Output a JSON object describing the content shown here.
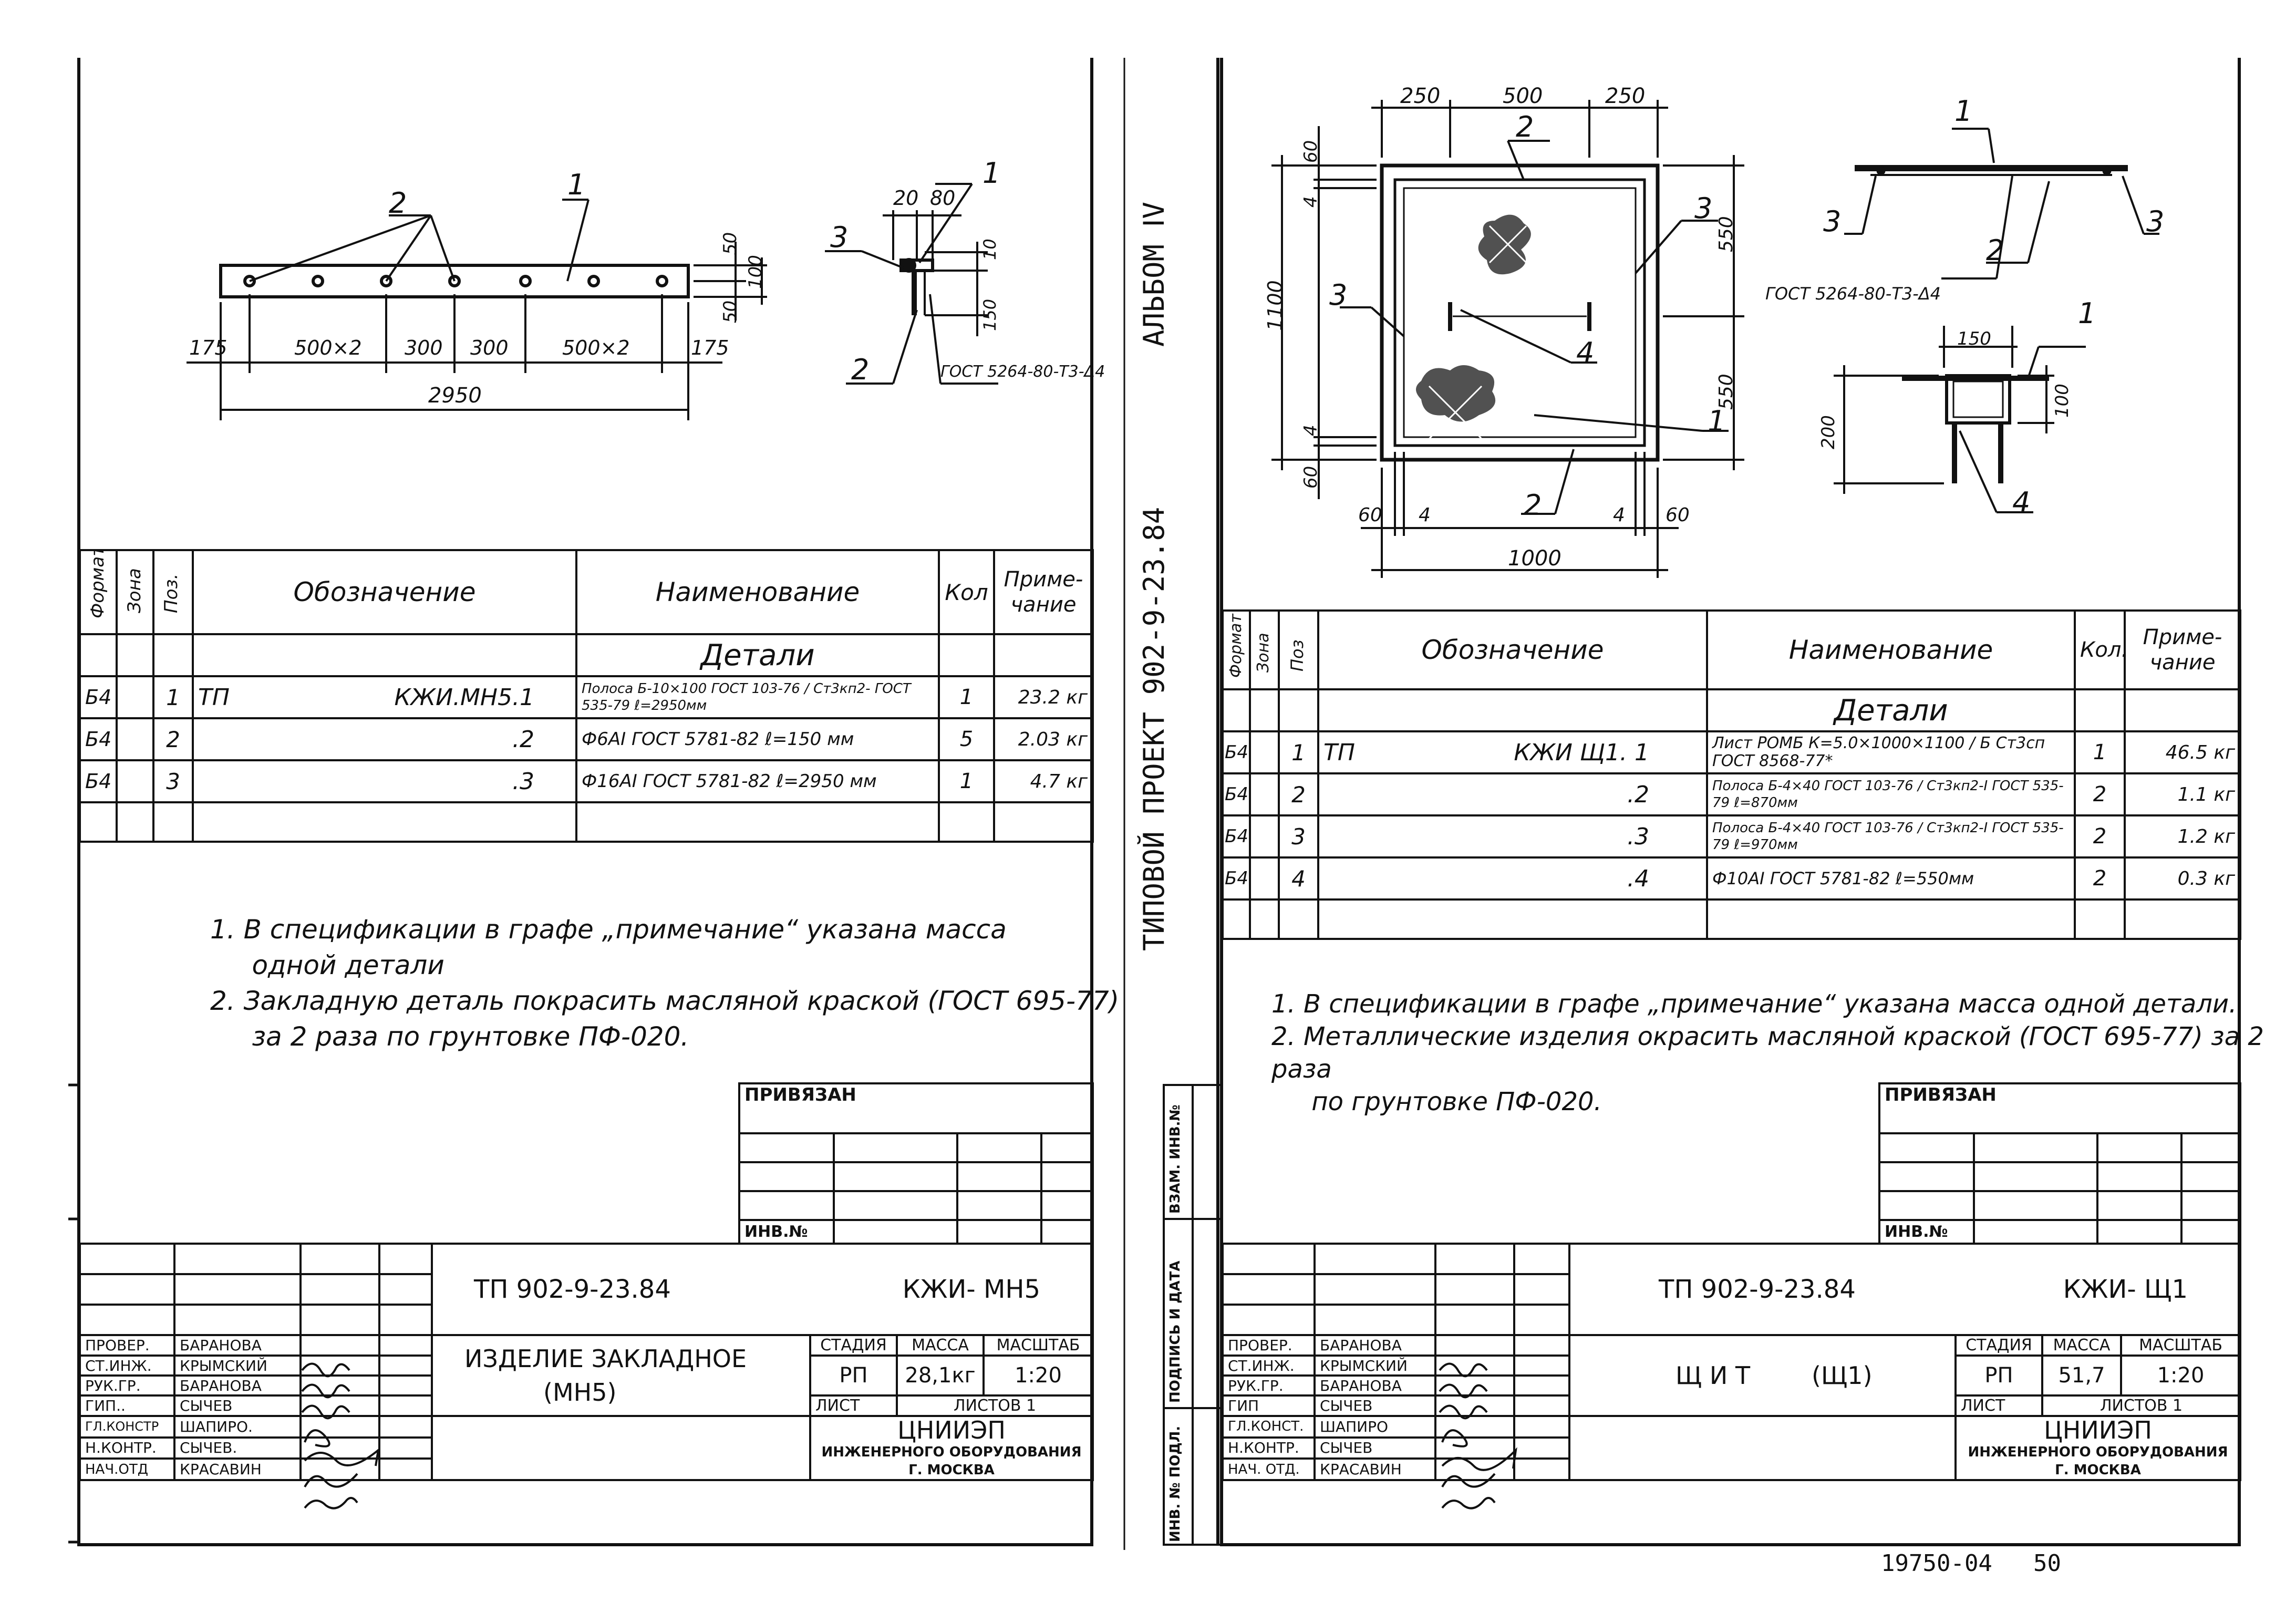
{
  "left": {
    "drawing": {
      "labels": [
        "2",
        "1",
        "3",
        "1",
        "2"
      ],
      "dims_h": [
        "175",
        "500×2",
        "300",
        "300",
        "500×2",
        "175",
        "2950",
        "20",
        "80"
      ],
      "dims_v": [
        "50",
        "100",
        "50",
        "10",
        "150"
      ],
      "gost": "ГОСТ 5264-80-Т3-Δ4"
    },
    "spec": {
      "headers": [
        "Формат",
        "Зона",
        "Поз.",
        "Обозначение",
        "Наименование",
        "Кол",
        "Примечание"
      ],
      "headers_display": [
        "Формат",
        "Зона",
        "Поз.",
        "Обозначение",
        "Наименование",
        "Кол",
        "Приме-\nчание"
      ],
      "section": "Детали",
      "rows": [
        {
          "fmt": "Б4",
          "pos": "1",
          "prefix": "ТП",
          "code": "КЖИ.МН5.1",
          "name": "Полоса Б-10×100 ГОСТ 103-76 / Ст3кп2- ГОСТ 535-79   ℓ=2950мм",
          "qty": "1",
          "note": "23.2 кг"
        },
        {
          "fmt": "Б4",
          "pos": "2",
          "prefix": "",
          "code": ".2",
          "name": "Ф6АⅠ ГОСТ 5781-82  ℓ=150 мм",
          "qty": "5",
          "note": "2.03 кг"
        },
        {
          "fmt": "Б4",
          "pos": "3",
          "prefix": "",
          "code": ".3",
          "name": "Ф16АⅠ ГОСТ 5781-82  ℓ=2950 мм",
          "qty": "1",
          "note": "4.7 кг"
        }
      ]
    },
    "notes": [
      "1.  В спецификации в графе „примечание“ указана масса",
      "     одной детали",
      "2.  Закладную деталь покрасить масляной краской (ГОСТ 695-77)",
      "     за 2 раза по грунтовке ПФ-020."
    ],
    "privyazan": "ПРИВЯЗАН",
    "inv": "ИНВ.№",
    "tb": {
      "doc": "ТП 902-9-23.84",
      "code": "КЖИ- МН5",
      "title1": "ИЗДЕЛИЕ  ЗАКЛАДНОЕ",
      "title2": "(МН5)",
      "stage_h": "СТАДИЯ",
      "mass_h": "МАССА",
      "scale_h": "МАСШТАБ",
      "stage": "РП",
      "mass": "28,1кг",
      "scale": "1:20",
      "sheet": "ЛИСТ",
      "sheets": "ЛИСТОВ 1",
      "org1": "ЦНИИЭП",
      "org2": "ИНЖЕНЕРНОГО ОБОРУДОВАНИЯ",
      "org3": "Г. МОСКВА",
      "people": [
        {
          "role": "ПРОВЕР.",
          "name": "БАРАНОВА"
        },
        {
          "role": "СТ.ИНЖ.",
          "name": "КРЫМСКИЙ"
        },
        {
          "role": "РУК.ГР.",
          "name": "БАРАНОВА"
        },
        {
          "role": "ГИП..",
          "name": "СЫЧЕВ"
        },
        {
          "role": "ГЛ.КОНСТР",
          "name": "ШАПИРО."
        },
        {
          "role": "Н.КОНТР.",
          "name": "СЫЧЕВ."
        },
        {
          "role": "НАЧ.ОТД",
          "name": "КРАСАВИН"
        }
      ]
    }
  },
  "right": {
    "album": "АЛЬБОМ ⅠV",
    "project": "ТИПОВОЙ   ПРОЕКТ 902-9-23.84",
    "side_labels": [
      "ИНВ. № ПОДЛ.",
      "ПОДПИСЬ И ДАТА",
      "ВЗАМ. ИНВ.№"
    ],
    "drawing": {
      "dims_top": [
        "250",
        "500",
        "250"
      ],
      "dims_bottom": [
        "60",
        "4",
        "4",
        "60",
        "1000"
      ],
      "dims_left": [
        "60",
        "4",
        "1100",
        "4",
        "60"
      ],
      "dims_right": [
        "550",
        "550"
      ],
      "labels": [
        "2",
        "3",
        "3",
        "4",
        "1",
        "2",
        "1",
        "3",
        "2",
        "3",
        "1",
        "4"
      ],
      "gost": "ГОСТ 5264-80-Т3-Δ4",
      "d150": "150",
      "d200": "200",
      "d100": "100"
    },
    "spec": {
      "headers": [
        "Формат",
        "Зона",
        "Поз",
        "Обозначение",
        "Наименование",
        "Кол.",
        "Примечание"
      ],
      "headers_display": [
        "Формат",
        "Зона",
        "Поз",
        "Обозначение",
        "Наименование",
        "Кол.",
        "Приме-\nчание"
      ],
      "section": "Детали",
      "rows": [
        {
          "fmt": "Б4",
          "pos": "1",
          "prefix": "ТП",
          "code": "КЖИ  Щ1. 1",
          "name": "Лист РОМБ К=5.0×1000×1100 / Б Ст3сп ГОСТ 8568-77*",
          "qty": "1",
          "note": "46.5 кг"
        },
        {
          "fmt": "Б4",
          "pos": "2",
          "prefix": "",
          "code": ".2",
          "name": "Полоса Б-4×40 ГОСТ 103-76 / Ст3кп2-Ⅰ ГОСТ 535-79  ℓ=870мм",
          "qty": "2",
          "note": "1.1 кг"
        },
        {
          "fmt": "Б4",
          "pos": "3",
          "prefix": "",
          "code": ".3",
          "name": "Полоса Б-4×40 ГОСТ 103-76 / Ст3кп2-Ⅰ ГОСТ 535-79  ℓ=970мм",
          "qty": "2",
          "note": "1.2 кг"
        },
        {
          "fmt": "Б4",
          "pos": "4",
          "prefix": "",
          "code": ".4",
          "name": "Ф10АⅠ ГОСТ 5781-82   ℓ=550мм",
          "qty": "2",
          "note": "0.3 кг"
        }
      ]
    },
    "notes": [
      "1.  В спецификации в графе „примечание“ указана масса одной детали.",
      "2.  Металлические изделия окрасить масляной краской (ГОСТ 695-77) за 2 раза",
      "     по грунтовке ПФ-020."
    ],
    "privyazan": "ПРИВЯЗАН",
    "inv": "ИНВ.№",
    "tb": {
      "doc": "ТП 902-9-23.84",
      "code": "КЖИ- Щ1",
      "title1": "Щ И Т        (Щ1)",
      "stage_h": "СТАДИЯ",
      "mass_h": "МАССА",
      "scale_h": "МАСШТАБ",
      "stage": "РП",
      "mass": "51,7",
      "scale": "1:20",
      "sheet": "ЛИСТ",
      "sheets": "ЛИСТОВ 1",
      "org1": "ЦНИИЭП",
      "org2": "ИНЖЕНЕРНОГО ОБОРУДОВАНИЯ",
      "org3": "Г. МОСКВА",
      "people": [
        {
          "role": "ПРОВЕР.",
          "name": "БАРАНОВА"
        },
        {
          "role": "СТ.ИНЖ.",
          "name": "КРЫМСКИЙ"
        },
        {
          "role": "РУК.ГР.",
          "name": "БАРАНОВА"
        },
        {
          "role": "ГИП",
          "name": "СЫЧЕВ"
        },
        {
          "role": "ГЛ.КОНСТ.",
          "name": "ШАПИРО"
        },
        {
          "role": "Н.КОНТР.",
          "name": "СЫЧЕВ"
        },
        {
          "role": "НАЧ. ОТД.",
          "name": "КРАСАВИН"
        }
      ]
    }
  },
  "footer": {
    "number": "19750-04",
    "page": "50"
  }
}
